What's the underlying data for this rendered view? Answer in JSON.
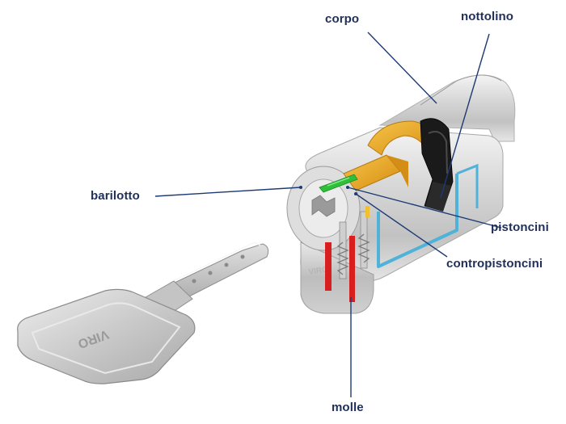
{
  "labels": {
    "corpo": "corpo",
    "nottolino": "nottolino",
    "barilotto": "barilotto",
    "pistoncini": "pistoncini",
    "contropistoncini": "contropistoncini",
    "molle": "molle"
  },
  "colors": {
    "label_text": "#1f2f57",
    "leader_line": "#1e3a73",
    "pins_green": "#2fbf3a",
    "springs_red": "#d81e1e",
    "cam_gold": "#e8a21a",
    "retainer_blue": "#4fb2d8",
    "cam_black": "#1a1a1a"
  },
  "key_engraving": "VIRO",
  "body_engraving": "VIRO"
}
